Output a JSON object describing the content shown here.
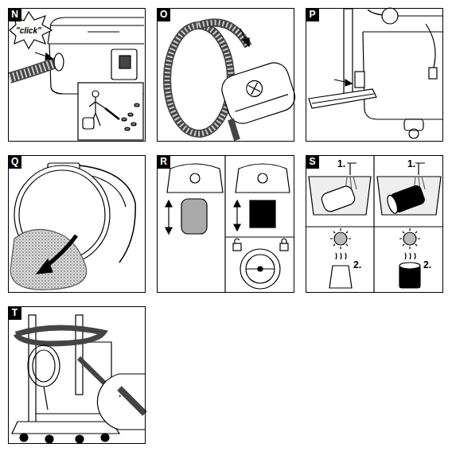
{
  "diagram": {
    "nodes": [
      {
        "text": [
          "N"
        ]
      },
      {
        "text": [
          "O"
        ]
      },
      {
        "text": [
          "P"
        ]
      },
      {
        "text": [
          "Q"
        ]
      },
      {
        "text": [
          "R"
        ]
      },
      {
        "text": [
          "S"
        ]
      },
      {
        "text": [
          "T"
        ]
      }
    ],
    "labels": [
      "\"click\"",
      "1.",
      "1.",
      "2.",
      "2."
    ]
  }
}
